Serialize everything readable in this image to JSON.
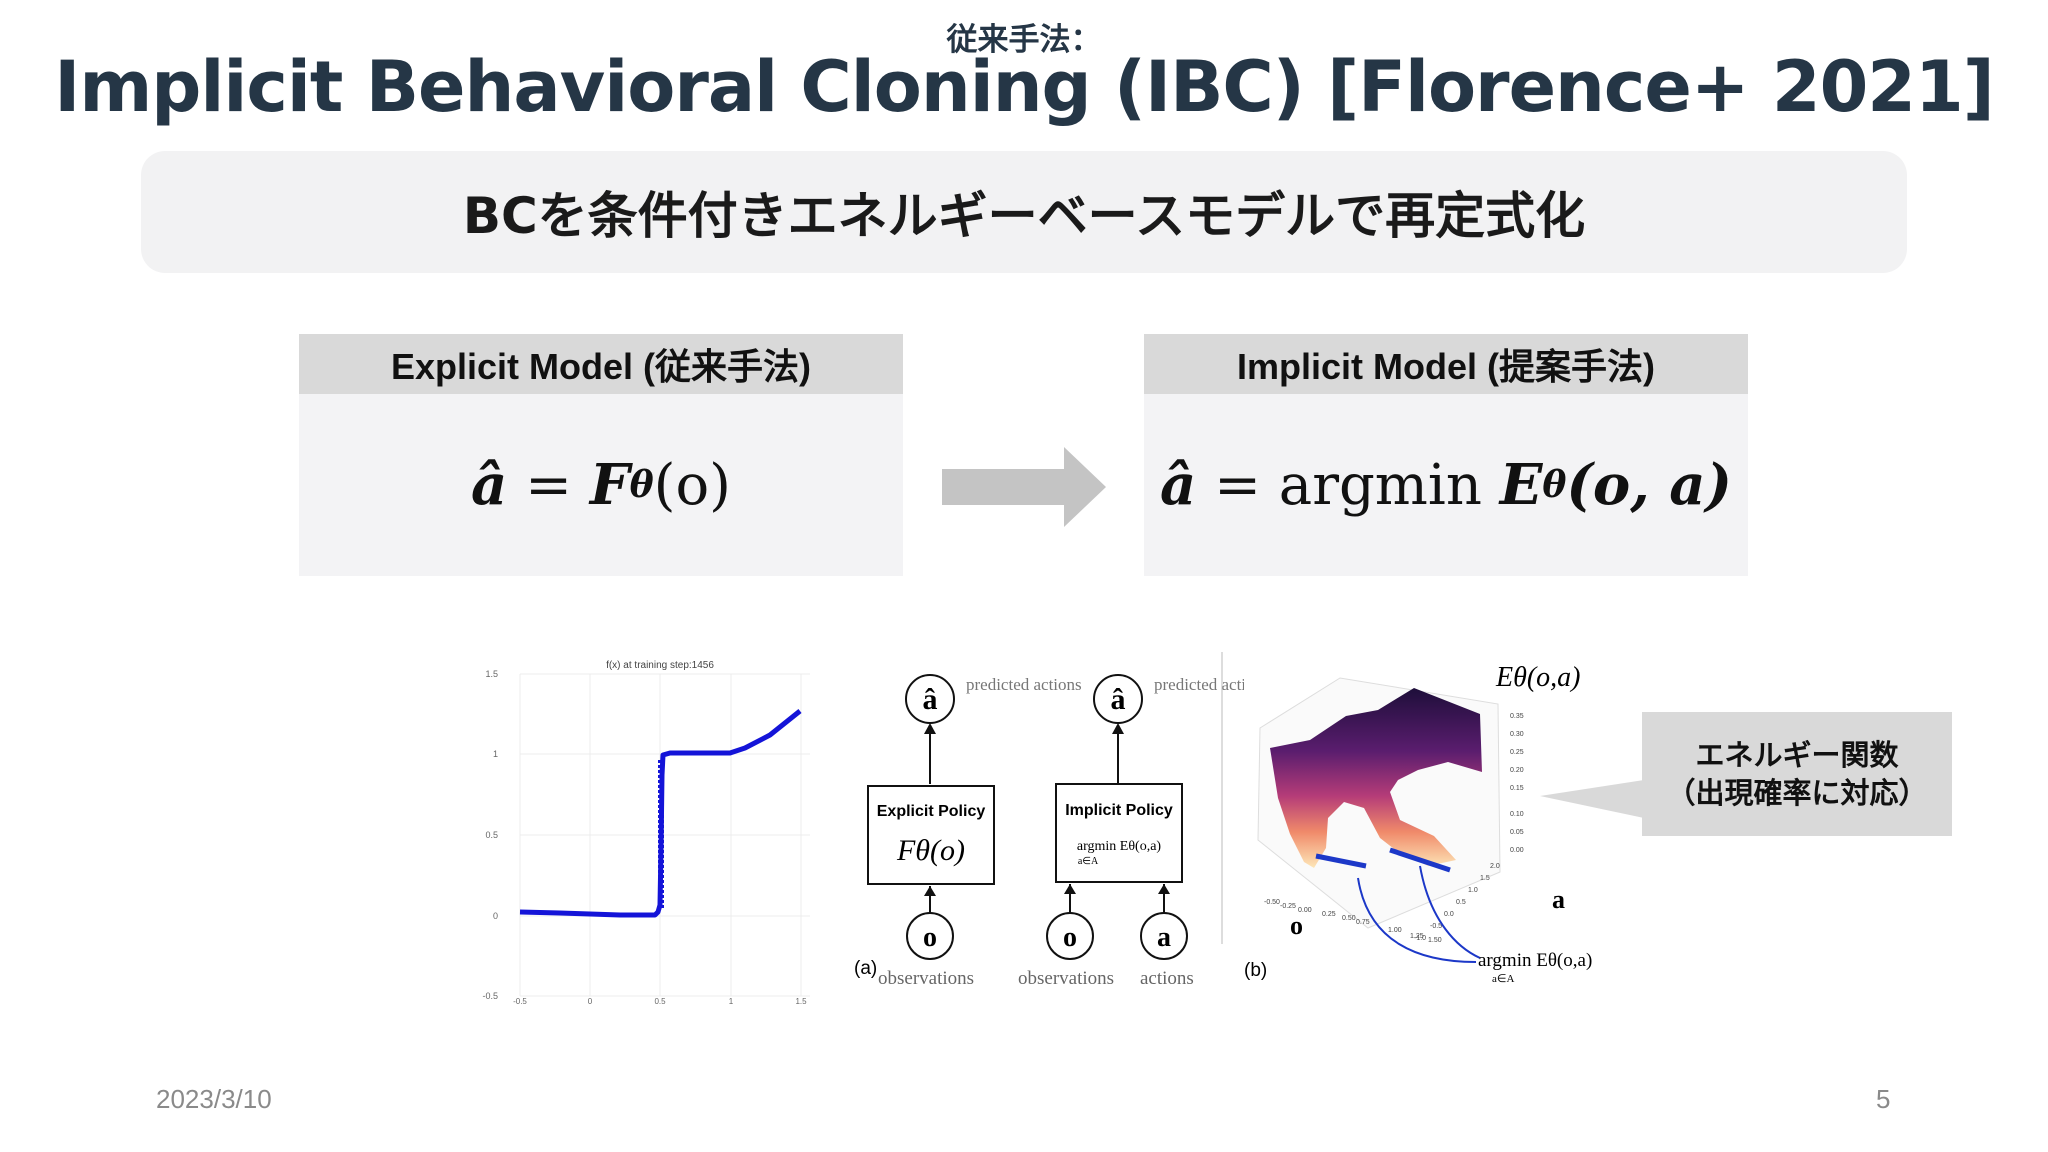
{
  "slide": {
    "kicker": "従来手法：",
    "title": "Implicit Behavioral Cloning (IBC) [Florence+ 2021]",
    "banner": "BCを条件付きエネルギーベースモデルで再定式化",
    "date": "2023/3/10",
    "page_number": "5"
  },
  "explicit_box": {
    "header": "Explicit Model (従来手法)",
    "hat_a": "â",
    "eq": " = ",
    "F": "F",
    "theta": "θ",
    "args": "(o)"
  },
  "implicit_box": {
    "header": "Implicit Model (提案手法)",
    "hat_a": "â",
    "eq": " = argmin ",
    "E": "E",
    "theta": "θ",
    "args": "(o, a)"
  },
  "plot": {
    "title": "f(x) at training step:1456",
    "y_ticks": [
      "1.5",
      "1",
      "0.5",
      "0",
      "-0.5"
    ],
    "x_ticks": [
      "-0.5",
      "0",
      "0.5",
      "1",
      "1.5"
    ]
  },
  "diagram": {
    "predicted_actions": "predicted actions",
    "explicit_policy": "Explicit Policy",
    "explicit_func": "Fθ(o)",
    "implicit_policy": "Implicit Policy",
    "implicit_func": "argmin Eθ(o,a)",
    "implicit_sub": "a∈A",
    "label_a": "(a)",
    "label_b": "(b)",
    "observations": "observations",
    "actions": "actions",
    "node_a_hat": "â",
    "node_o": "o",
    "node_a": "a"
  },
  "surface": {
    "title": "Eθ(o,a)",
    "z_ticks": [
      "0.35",
      "0.30",
      "0.25",
      "0.20",
      "0.15",
      "0.10",
      "0.05",
      "0.00"
    ],
    "a_ticks": [
      "2.0",
      "1.5",
      "1.0",
      "0.5",
      "0.0",
      "-0.5",
      "-1.0"
    ],
    "o_ticks": [
      "-0.50",
      "-0.25",
      "0.00",
      "0.25",
      "0.50",
      "0.75",
      "1.00",
      "1.25",
      "1.50"
    ],
    "axis_o": "o",
    "axis_a": "a",
    "argmin_label": "argmin Eθ(o,a)",
    "argmin_sub": "a∈A"
  },
  "callout": {
    "line1": "エネルギー関数",
    "line2": "（出現確率に対応）"
  },
  "colors": {
    "title": "#253646",
    "banner_bg": "#f2f2f3",
    "box_bg": "#f3f3f5",
    "box_header": "#d9d9d9",
    "arrow": "#c4c4c4",
    "plot_line": "#1414d8"
  }
}
